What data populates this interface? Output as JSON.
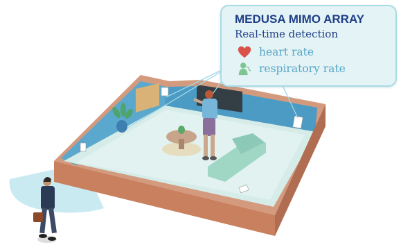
{
  "info_box": {
    "title": "MEDUSA MIMO ARRAY",
    "subtitle": "Real-time detection",
    "metrics": [
      {
        "label": "heart rate",
        "icon": "heart-icon",
        "color": "#d9534a"
      },
      {
        "label": "respiratory rate",
        "icon": "person-breathing-icon",
        "color": "#7fc493"
      }
    ]
  },
  "colors": {
    "wall_outer": "#cf8a6c",
    "wall_inner": "#4f9ec6",
    "floor": "#d3ecea",
    "signal": "#9fd8e8",
    "sofa": "#9fd6c4",
    "box_border": "#a9dbe5",
    "title_text": "#1f3f86"
  }
}
